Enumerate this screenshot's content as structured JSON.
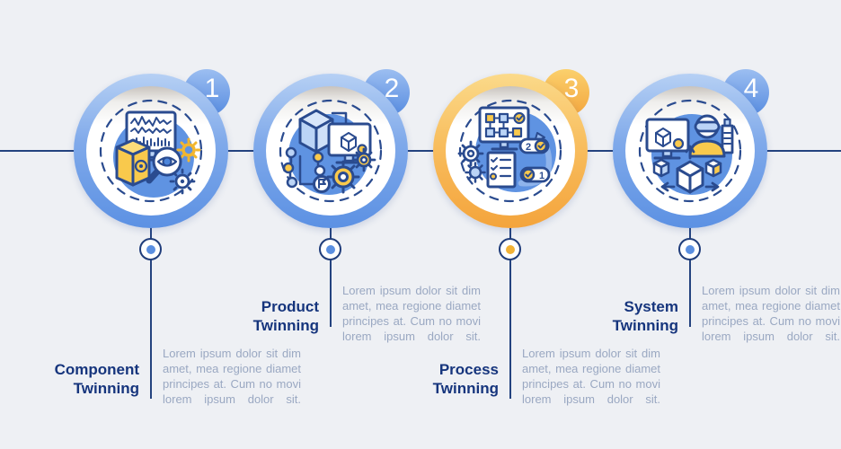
{
  "infographic": {
    "colors": {
      "background": "#EEF0F4",
      "connector_line": "#24437F",
      "accent_blue": "#5B8FE0",
      "accent_light_blue": "#BBD4F6",
      "accent_yellow": "#F9C94C",
      "accent_orange": "#F4A43C",
      "title_text": "#16357D",
      "body_text": "#9AA8C2"
    },
    "steps": [
      {
        "number": "1",
        "title": "Component Twinning",
        "description": "Lorem ipsum dolor sit dim amet, mea regione diamet principes at. Cum no movi lorem ipsum dolor sit.",
        "theme": "blue",
        "icon": "component-monitoring-icon",
        "text_position": "low"
      },
      {
        "number": "2",
        "title": "Product Twinning",
        "description": "Lorem ipsum dolor sit dim amet, mea regione diamet principes at. Cum no movi lorem ipsum dolor sit.",
        "theme": "blue",
        "icon": "product-assembly-icon",
        "text_position": "high"
      },
      {
        "number": "3",
        "title": "Process Twinning",
        "description": "Lorem ipsum dolor sit dim amet, mea regione diamet principes at. Cum no movi lorem ipsum dolor sit.",
        "theme": "yellow",
        "icon": "process-workflow-icon",
        "text_position": "low",
        "icon_badges": [
          "2",
          "1"
        ]
      },
      {
        "number": "4",
        "title": "System Twinning",
        "description": "Lorem ipsum dolor sit dim amet, mea regione diamet principes at. Cum no movi lorem ipsum dolor sit.",
        "theme": "blue",
        "icon": "system-vr-icon",
        "text_position": "high"
      }
    ]
  }
}
